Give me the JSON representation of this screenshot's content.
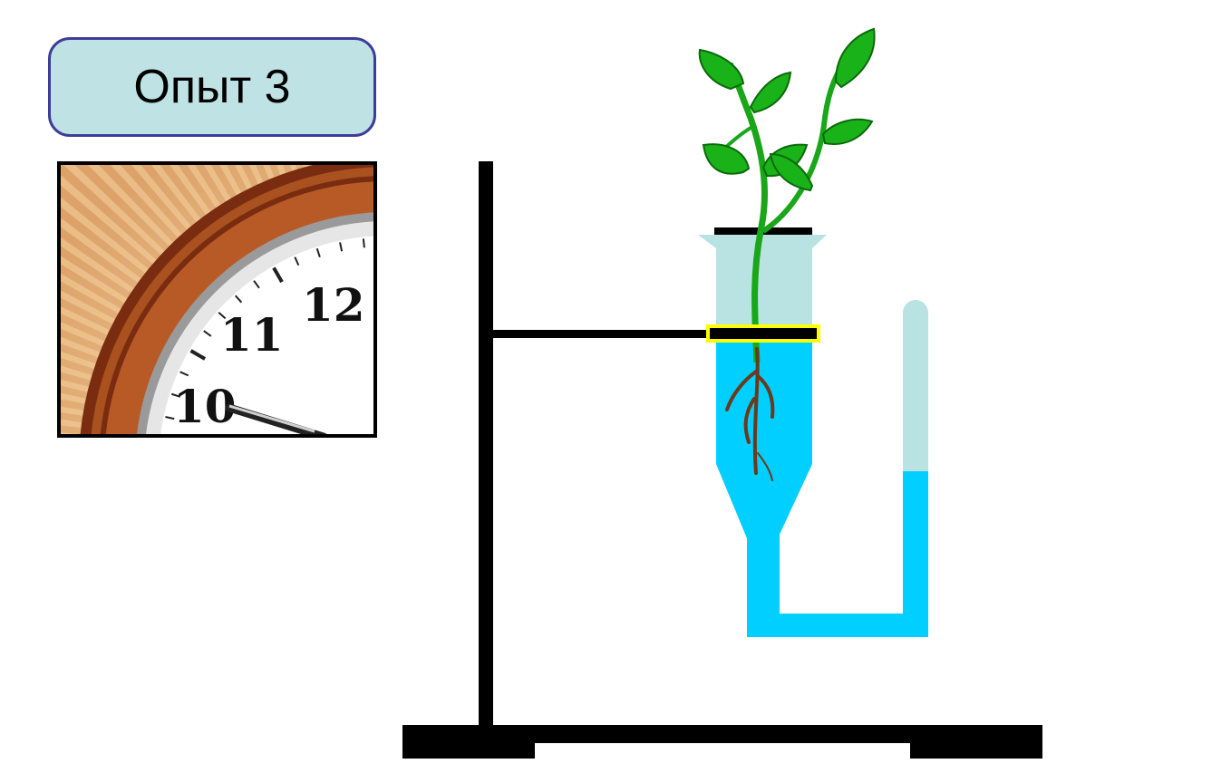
{
  "title": {
    "label": "Опыт 3"
  },
  "clock": {
    "icon": "clock-icon",
    "numerals": {
      "n12": "12",
      "n11": "11",
      "n10": "10"
    }
  },
  "colors": {
    "title_fill": "#bfe3e4",
    "title_border": "#3d3d99",
    "water": "#00cfff",
    "tube_glass": "#b9e2e3",
    "stand": "#000000",
    "clamp_ring": "#ffff00",
    "plant": "#19a619",
    "root": "#6b3a1a"
  }
}
